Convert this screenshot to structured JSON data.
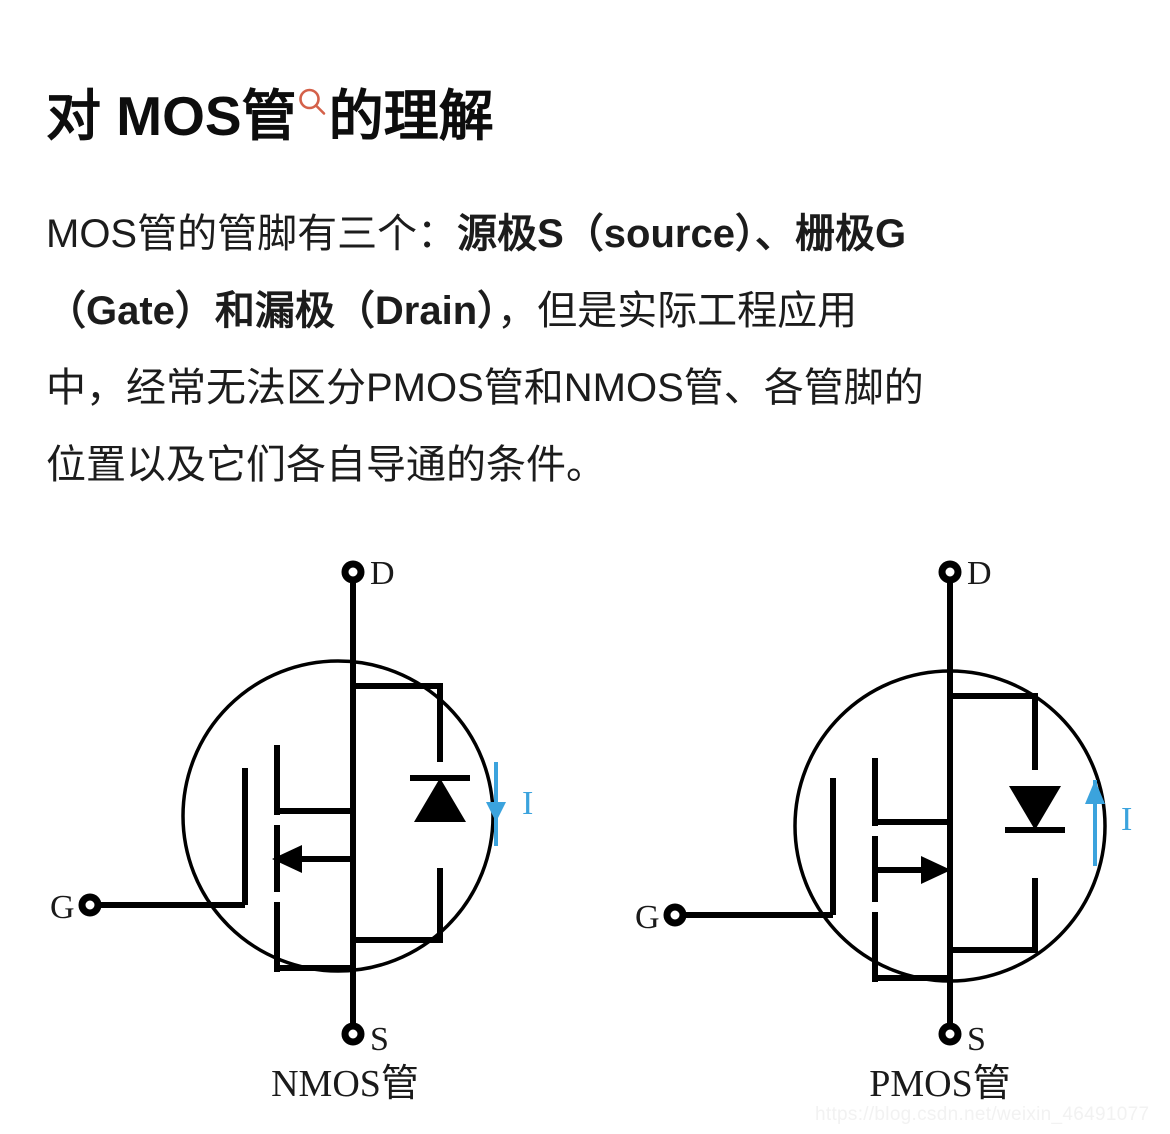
{
  "title": {
    "before_icon": "对 MOS管",
    "icon": "search-icon",
    "icon_color": "#d4614a",
    "after_icon": "的理解"
  },
  "paragraph": {
    "line1_plain": "MOS管的管脚有三个：",
    "line1_bold": "源极S（source）、栅极G",
    "line2_bold": "（Gate）和漏极（Drain）",
    "line2_plain": "，但是实际工程应用",
    "line3": "中，经常无法区分PMOS管和NMOS管、各管脚的",
    "line4": "位置以及它们各自导通的条件。"
  },
  "figures": [
    {
      "id": "nmos",
      "caption": "NMOS管",
      "terminals": {
        "drain": "D",
        "gate": "G",
        "source": "S"
      },
      "current_label": "I",
      "current_direction": "down",
      "diode_direction": "up",
      "channel_arrow_direction": "left",
      "accent_color": "#3ba3dd",
      "line_color": "#000000"
    },
    {
      "id": "pmos",
      "caption": "PMOS管",
      "terminals": {
        "drain": "D",
        "gate": "G",
        "source": "S"
      },
      "current_label": "I",
      "current_direction": "up",
      "diode_direction": "down",
      "channel_arrow_direction": "right",
      "accent_color": "#3ba3dd",
      "line_color": "#000000"
    }
  ],
  "watermark": "https://blog.csdn.net/weixin_46491077"
}
